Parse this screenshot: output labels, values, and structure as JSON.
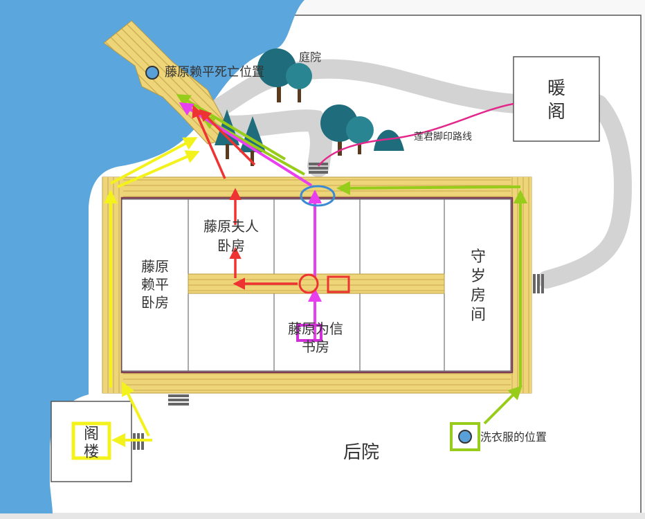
{
  "labels": {
    "courtyard": "庭院",
    "death_spot": "藤原赖平死亡位置",
    "footprint_route": "莲君脚印路线",
    "warm_pavilion_1": "暖",
    "warm_pavilion_2": "阁",
    "lady_room_1": "藤原夫人",
    "lady_room_2": "卧房",
    "yorihira_room_1": "藤原",
    "yorihira_room_2": "赖平",
    "yorihira_room_3": "卧房",
    "study_1": "藤原为信",
    "study_2": "书房",
    "vigil_room_1": "守",
    "vigil_room_2": "岁",
    "vigil_room_3": "房",
    "vigil_room_4": "间",
    "loft_1": "阁",
    "loft_2": "楼",
    "backyard": "后院",
    "laundry_spot": "洗衣服的位置"
  },
  "colors": {
    "river": "#5ba6dc",
    "path": "#d3d3d3",
    "wood": "#eed57a",
    "tree": "#1f6d7c",
    "arrow_yellow": "#f4f21c",
    "arrow_green": "#97cd1a",
    "arrow_magenta": "#e840ee",
    "arrow_red": "#ee3333",
    "route_pink": "#e3288c",
    "marker_blue": "#3b8ad4"
  }
}
